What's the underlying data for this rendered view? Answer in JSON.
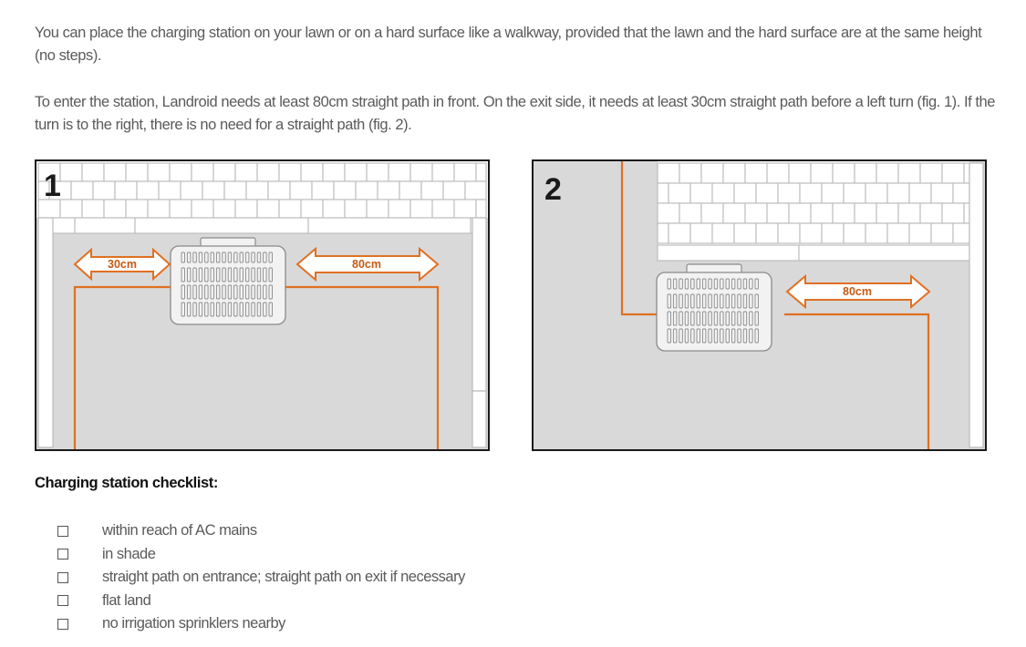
{
  "intro": {
    "paragraph1": "You can place the charging station on your lawn or on a hard surface like a walkway, provided that the lawn and the hard surface are at the same height (no steps).",
    "paragraph2": "To enter the station, Landroid needs at least 80cm straight path in front. On the exit side, it needs at least 30cm straight path before a left turn (fig. 1). If the turn is to the right, there is no need for a straight path (fig. 2)."
  },
  "figures": [
    {
      "number": "1",
      "labels": {
        "exit": "30cm",
        "entrance": "80cm"
      }
    },
    {
      "number": "2",
      "labels": {
        "entrance": "80cm"
      }
    }
  ],
  "checklist": {
    "title": "Charging station checklist:",
    "items": [
      {
        "label": "within reach of AC mains",
        "checked": false
      },
      {
        "label": "in shade",
        "checked": false
      },
      {
        "label": "straight path on entrance; straight path on exit if necessary",
        "checked": false
      },
      {
        "label": "flat land",
        "checked": false
      },
      {
        "label": "no irrigation sprinklers nearby",
        "checked": false
      }
    ]
  },
  "colors": {
    "path": "#e07022",
    "arrow_stroke": "#e07022",
    "ground": "#d9d9d9",
    "paving": "#ffffff",
    "border": "#1a1a1a"
  }
}
